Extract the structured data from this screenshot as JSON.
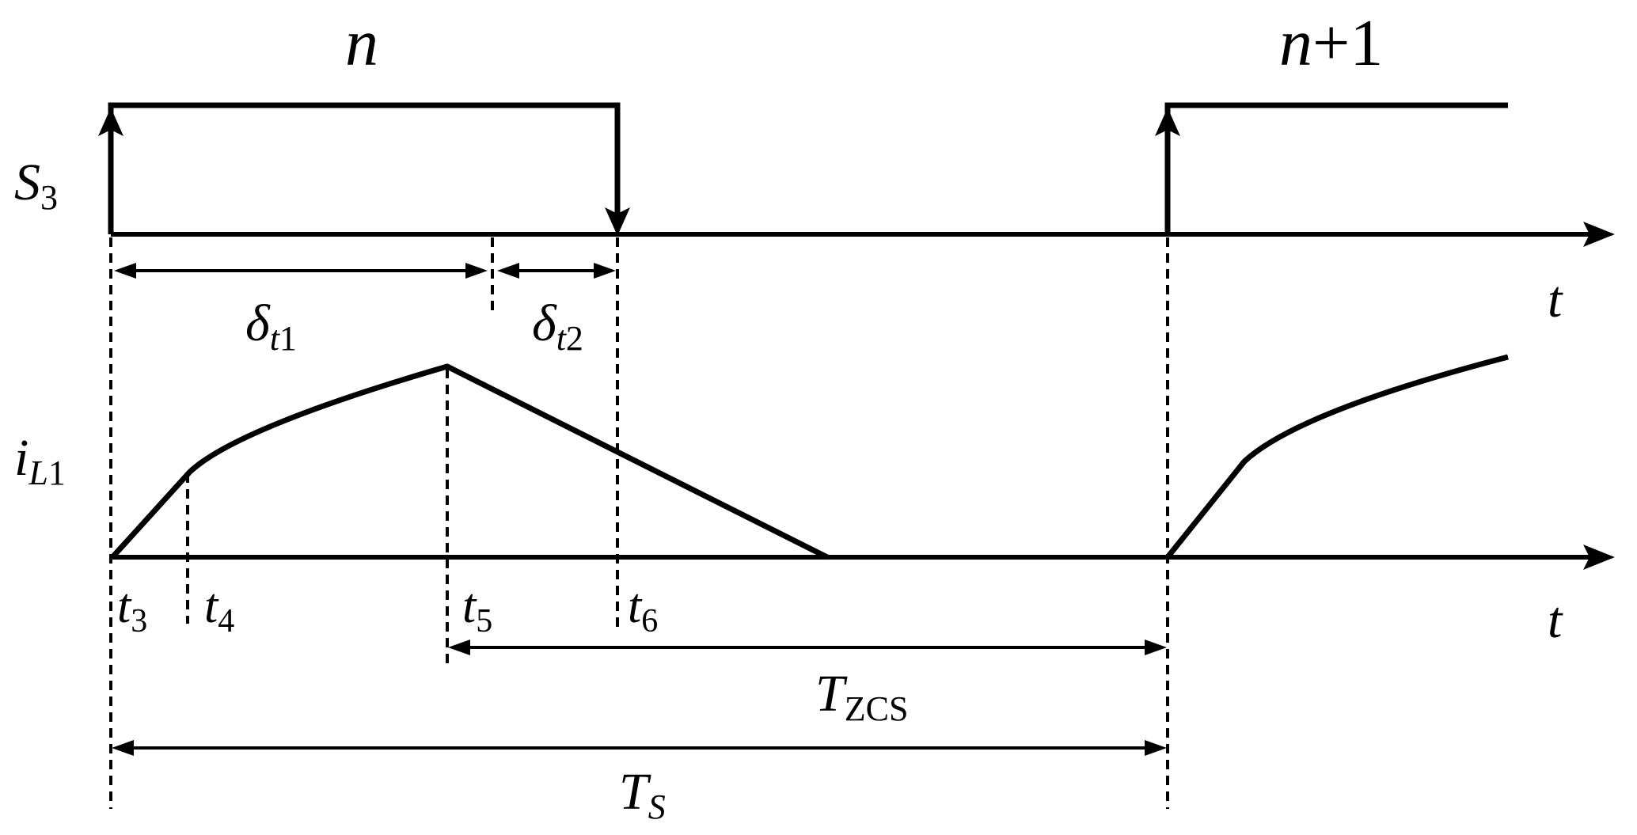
{
  "labels": {
    "period_n": "n",
    "period_n1_n": "n",
    "period_n1_rest": "+1",
    "switch_main": "S",
    "switch_sub": "3",
    "axis_t_top": "t",
    "axis_t_bottom": "t",
    "current_main": "i",
    "current_sub_L": "L",
    "current_sub_1": "1",
    "delta1_main": "δ",
    "delta1_sub_t": "t",
    "delta1_sub_1": "1",
    "delta2_main": "δ",
    "delta2_sub_t": "t",
    "delta2_sub_2": "2",
    "t3_main": "t",
    "t3_sub": "3",
    "t4_main": "t",
    "t4_sub": "4",
    "t5_main": "t",
    "t5_sub": "5",
    "t6_main": "t",
    "t6_sub": "6",
    "tzcs_main": "T",
    "tzcs_sub": "ZCS",
    "ts_main": "T",
    "ts_sub": "S"
  },
  "colors": {
    "stroke": "#000000",
    "background": "#ffffff"
  }
}
